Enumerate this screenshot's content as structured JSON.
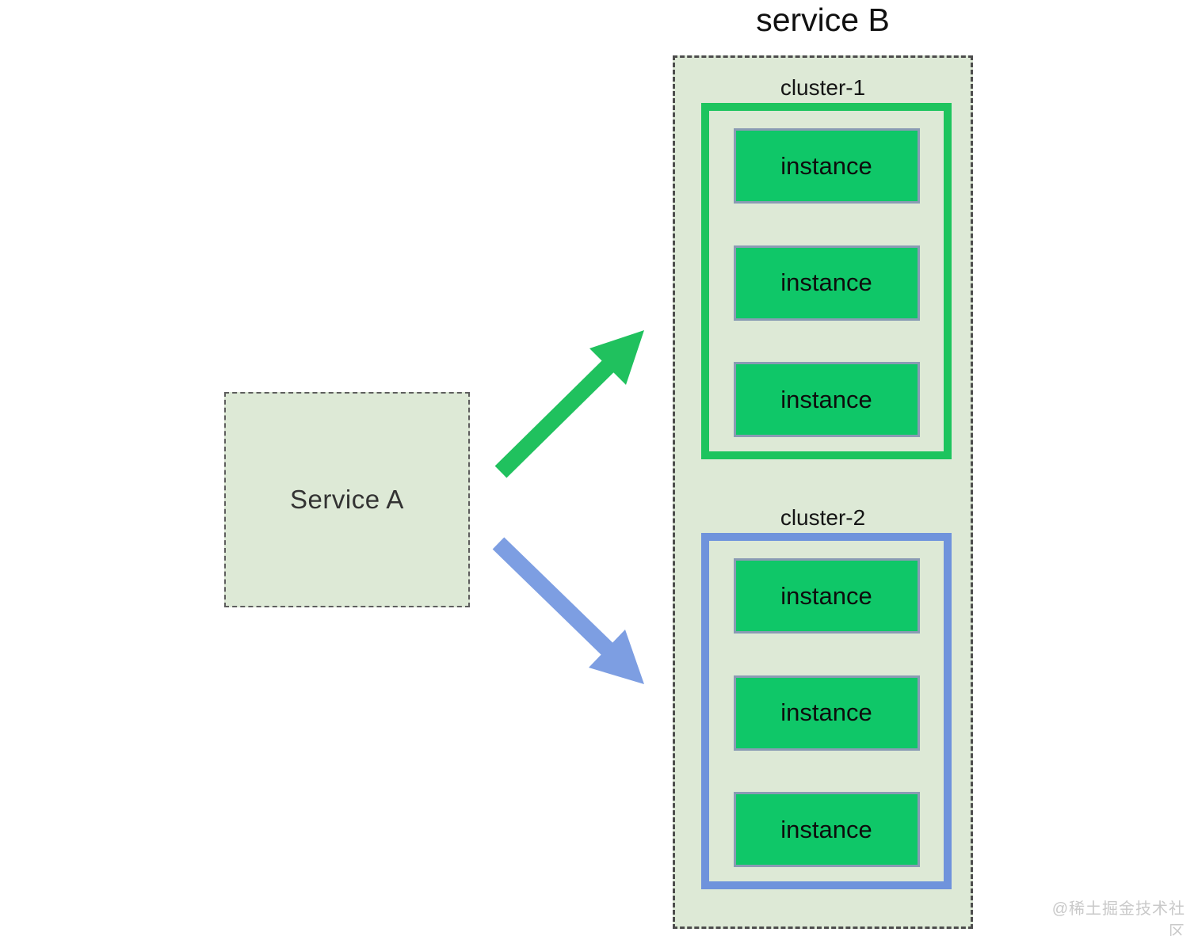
{
  "diagram": {
    "title": "service B",
    "service_a": {
      "label": "Service A"
    },
    "service_b": {
      "clusters": [
        {
          "name": "cluster-1",
          "instances": [
            "instance",
            "instance",
            "instance"
          ]
        },
        {
          "name": "cluster-2",
          "instances": [
            "instance",
            "instance",
            "instance"
          ]
        }
      ]
    }
  },
  "colors": {
    "panel_bg": "#dde9d6",
    "cluster1_border": "#1dc45e",
    "cluster2_border": "#6f93dc",
    "instance_fill": "#0fc768",
    "instance_border": "#8a9bb4",
    "arrow_green": "#20c15e",
    "arrow_blue": "#7d9ee2"
  },
  "watermark": "@稀土掘金技术社区"
}
